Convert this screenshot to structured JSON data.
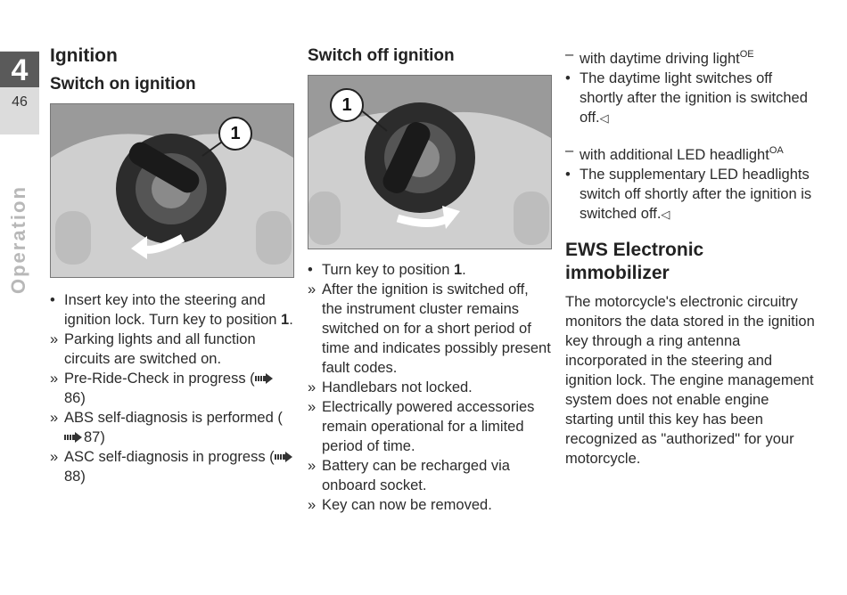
{
  "side": {
    "chapter": "4",
    "page": "46",
    "section": "Operation"
  },
  "col1": {
    "title": "Ignition",
    "subtitle": "Switch on ignition",
    "callout": "1",
    "items": [
      {
        "marker": "•",
        "text": "Insert key into the steering and ignition lock. Turn key to position ",
        "bold": "1",
        "after": "."
      },
      {
        "marker": "»",
        "text": "Parking lights and all function circuits are switched on."
      },
      {
        "marker": "»",
        "text": "Pre-Ride-Check in progress (",
        "ref": "86",
        "after": ")"
      },
      {
        "marker": "»",
        "text": "ABS self-diagnosis is performed (",
        "ref": "87",
        "after": ")"
      },
      {
        "marker": "»",
        "text": "ASC self-diagnosis in progress (",
        "ref": "88",
        "after": ")"
      }
    ]
  },
  "col2": {
    "title": "Switch off ignition",
    "callout": "1",
    "items": [
      {
        "marker": "•",
        "text": "Turn key to position ",
        "bold": "1",
        "after": "."
      },
      {
        "marker": "»",
        "text": "After the ignition is switched off, the instrument cluster remains switched on for a short period of time and indicates possibly present fault codes."
      },
      {
        "marker": "»",
        "text": "Handlebars not locked."
      },
      {
        "marker": "»",
        "text": "Electrically powered accessories remain operational for a limited period of time."
      },
      {
        "marker": "»",
        "text": "Battery can be recharged via onboard socket."
      },
      {
        "marker": "»",
        "text": "Key can now be removed."
      }
    ]
  },
  "col3": {
    "opt1_label": "with daytime driving light",
    "opt1_sup": "OE",
    "opt1_bullet": "The daytime light switches off shortly after the ignition is switched off.",
    "opt2_label": "with additional LED headlight",
    "opt2_sup": "OA",
    "opt2_bullet": "The supplementary LED headlights switch off shortly after the ignition is switched off.",
    "end_mark": "◁",
    "ews_title": "EWS Electronic immobilizer",
    "ews_body": "The motorcycle's electronic circuitry monitors the data stored in the ignition key through a ring antenna incorporated in the steering and ignition lock. The engine management system does not enable engine starting until this key has been recognized as \"authorized\" for your motorcycle."
  }
}
